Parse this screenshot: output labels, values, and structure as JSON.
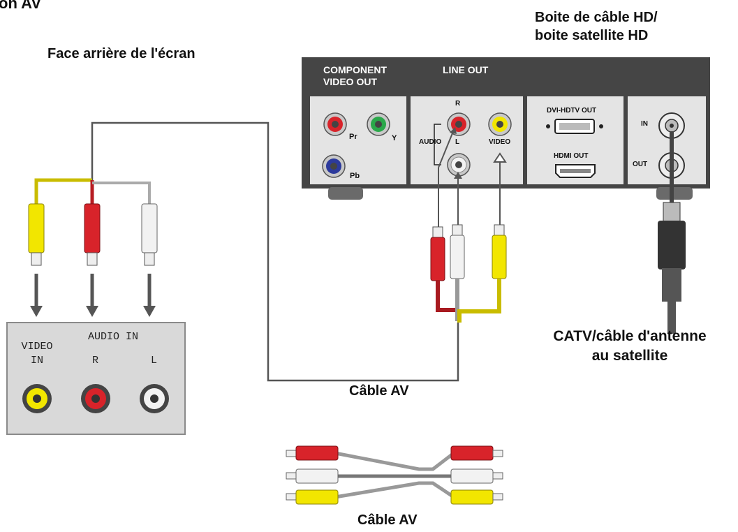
{
  "title_fragment": "on AV",
  "labels": {
    "tv_back": "Face arrière de l'écran",
    "box_title_line1": "Boite de câble HD/",
    "box_title_line2": "boite satellite HD",
    "catv_line1": "CATV/câble d'antenne",
    "catv_line2": "au satellite",
    "cable_av_top": "Câble AV",
    "cable_av_bottom": "Câble AV"
  },
  "box_panel": {
    "component_line1": "COMPONENT",
    "component_line2": "VIDEO OUT",
    "line_out": "LINE OUT",
    "pr": "Pr",
    "y": "Y",
    "pb": "Pb",
    "r": "R",
    "l": "L",
    "audio": "AUDIO",
    "video": "VIDEO",
    "dvi": "DVI-HDTV OUT",
    "hdmi": "HDMI OUT",
    "in": "IN",
    "out": "OUT"
  },
  "tv_panel": {
    "video_line1": "VIDEO",
    "video_line2": "IN",
    "audio_in": "AUDIO IN",
    "r": "R",
    "l": "L"
  },
  "colors": {
    "red": "#d8232a",
    "white": "#f2f2f2",
    "yellow": "#f2e600",
    "green": "#2aa84a",
    "blue": "#2c3a9c",
    "panel": "#454545",
    "tv_panel": "#d9d9d9"
  }
}
